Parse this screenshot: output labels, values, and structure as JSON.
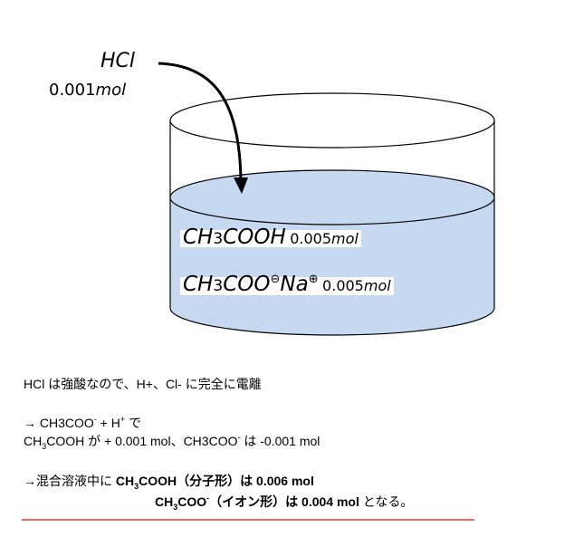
{
  "diagram": {
    "hcl_label": "HCl",
    "hcl_amount_number": "0.001",
    "hcl_amount_unit": "mol",
    "species1": {
      "formula_a": "CH",
      "formula_sub": "3",
      "formula_b": "COOH",
      "amount_number": "0.005",
      "amount_unit": "mol"
    },
    "species2": {
      "formula_a": "CH",
      "formula_sub": "3",
      "formula_b": "COO",
      "charge_minus": "⊖",
      "cation": "Na",
      "charge_plus": "⊕",
      "amount_number": "0.005",
      "amount_unit": "mol"
    },
    "colors": {
      "solution_fill": "#c6d9f1",
      "outline": "#000000",
      "underline": "#e53935"
    }
  },
  "notes": {
    "line1": "HCl は強酸なので、H+、Cl- に完全に電離",
    "line2": {
      "prefix": "→ CH3COO",
      "sup1": "-",
      "mid": " + H",
      "sup2": "+",
      "suffix": " で"
    },
    "line3": {
      "a": "CH",
      "sub": "3",
      "b": "COOH が + 0.001 mol、CH3COO",
      "sup": "-",
      "c": " は -0.001 mol"
    },
    "line4": {
      "prefix": "→混合溶液中に ",
      "bold_a": "CH",
      "sub": "3",
      "bold_b": "COOH（分子形）は 0.006 mol"
    },
    "line5": {
      "bold_a": "CH",
      "sub": "3",
      "bold_b": "COO",
      "sup": "-",
      "bold_c": "（イオン形）は 0.004 mol",
      "suffix": " となる。"
    }
  }
}
